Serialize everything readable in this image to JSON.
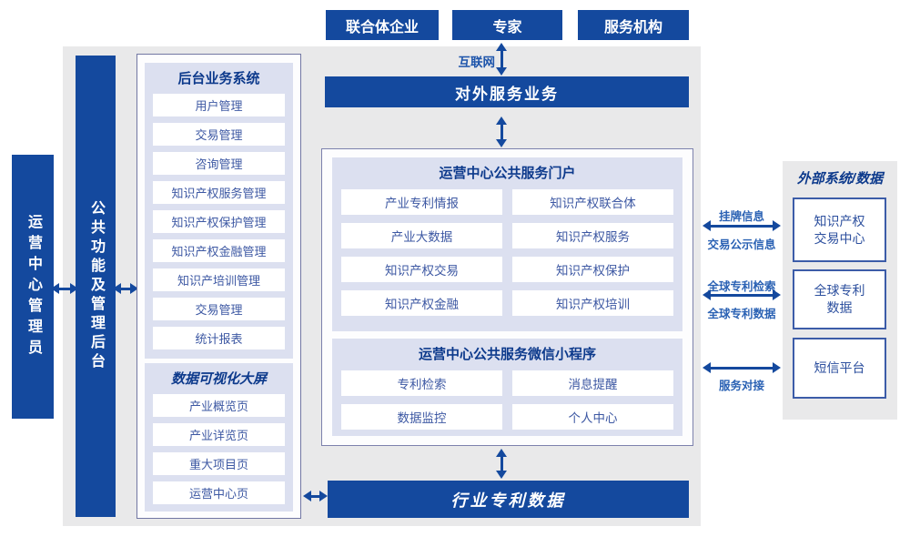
{
  "top_actors": [
    "联合体企业",
    "专家",
    "服务机构"
  ],
  "internet_label": "互联网",
  "external_service_bar": "对外服务业务",
  "admin_bar": "运营中心管理员",
  "backend_bar": "公共功能及管理后台",
  "backend_panel": {
    "title": "后台业务系统",
    "items": [
      "用户管理",
      "交易管理",
      "咨询管理",
      "知识产权服务管理",
      "知识产权保护管理",
      "知识产权金融管理",
      "知识产培训管理",
      "交易管理",
      "统计报表"
    ]
  },
  "dashboard_panel": {
    "title": "数据可视化大屏",
    "items": [
      "产业概览页",
      "产业详览页",
      "重大项目页",
      "运营中心页"
    ]
  },
  "portal_panel": {
    "title": "运营中心公共服务门户",
    "items": [
      "产业专利情报",
      "知识产权联合体",
      "产业大数据",
      "知识产权服务",
      "知识产权交易",
      "知识产权保护",
      "知识产权金融",
      "知识产权培训"
    ]
  },
  "miniprogram_panel": {
    "title": "运营中心公共服务微信小程序",
    "items": [
      "专利检索",
      "消息提醒",
      "数据监控",
      "个人中心"
    ]
  },
  "industry_data_bar": "行业专利数据",
  "external_panel": {
    "title": "外部系统/数据",
    "boxes": [
      {
        "lines": [
          "知识产权",
          "交易中心"
        ]
      },
      {
        "lines": [
          "全球专利",
          "数据"
        ]
      },
      {
        "lines": [
          "短信平台"
        ]
      }
    ]
  },
  "link_labels": {
    "listing_info": "挂牌信息",
    "trade_publicity": "交易公示信息",
    "global_patent_search": "全球专利检索",
    "global_patent_data": "全球专利数据",
    "service_connect": "服务对接"
  },
  "colors": {
    "primary_blue": "#14499e",
    "panel_lavender": "#dce0f0",
    "backdrop_gray": "#e9e9ea",
    "title_navy": "#0d3a8c",
    "item_blue": "#3d58a3",
    "label_blue": "#2b62b4"
  }
}
